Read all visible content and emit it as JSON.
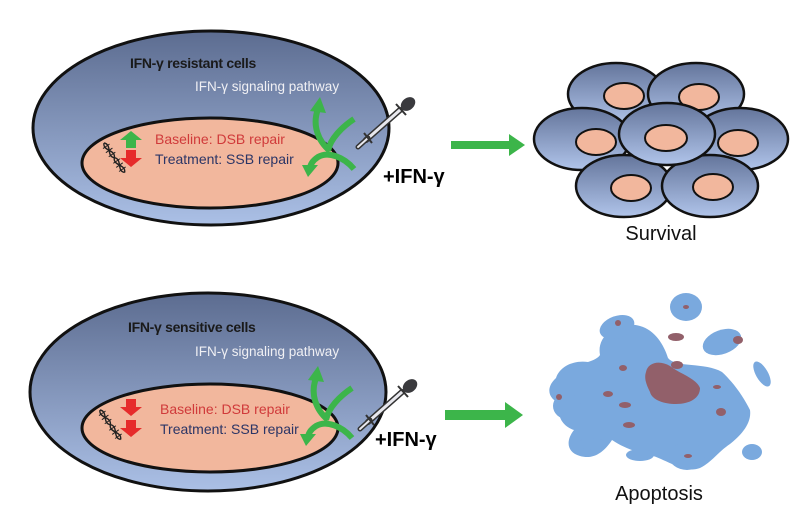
{
  "panels": [
    {
      "id": "resistant",
      "cell_title": "IFN-γ resistant cells",
      "pathway_label": "IFN-γ signaling pathway",
      "baseline_label": "Baseline: DSB repair",
      "treatment_label": "Treatment: SSB repair",
      "baseline_arrow": "up",
      "treatment_arrow": "down",
      "treatment_add_label": "+IFN-γ",
      "outcome_label": "Survival"
    },
    {
      "id": "sensitive",
      "cell_title": "IFN-γ sensitive cells",
      "pathway_label": "IFN-γ signaling pathway",
      "baseline_label": "Baseline: DSB repair",
      "treatment_label": "Treatment: SSB repair",
      "baseline_arrow": "down",
      "treatment_arrow": "down",
      "treatment_add_label": "+IFN-γ",
      "outcome_label": "Apoptosis"
    }
  ],
  "icons": {
    "dropper": "dropper-icon",
    "dna": "dna-icon",
    "process_arrow": "arrow-right-icon"
  },
  "colors": {
    "cytoplasm_top": "#5f6f93",
    "cytoplasm_bottom": "#a9bde3",
    "nucleus": "#f2b79d",
    "green": "#3cb54a",
    "red": "#e62b2b",
    "apoptotic_body": "#7aa9de",
    "apoptotic_fragment": "#92606a"
  }
}
